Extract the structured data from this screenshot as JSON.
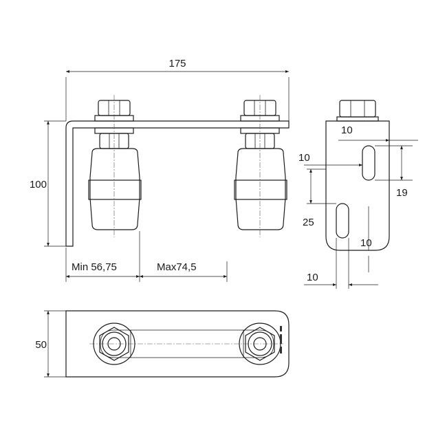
{
  "dimensions": {
    "total_width": "175",
    "height": "100",
    "min_span": "Min 56,75",
    "max_span": "Max74,5",
    "base_width": "50",
    "side_top_10": "10",
    "side_left_10": "10",
    "side_19": "19",
    "side_25": "25",
    "side_bottom_10": "10",
    "side_base_10": "10"
  },
  "colors": {
    "line": "#1a1a1a",
    "wheel_light": "#d9d9d9",
    "wheel_dark": "#9a9a9a",
    "plate": "#f2f2f2"
  }
}
